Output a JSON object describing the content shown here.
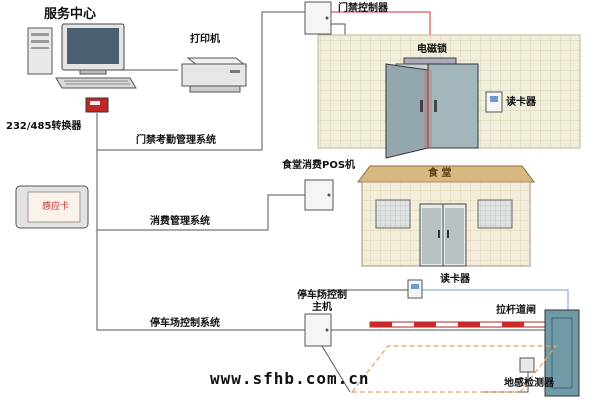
{
  "labels": {
    "service_center": "服务中心",
    "printer": "打印机",
    "converter": "232/485转换器",
    "access_controller": "门禁控制器",
    "magnetic_lock": "电磁锁",
    "card_reader_door": "读卡器",
    "access_system": "门禁考勤管理系统",
    "pos_machine": "食堂消费POS机",
    "canteen_sign": "食 堂",
    "consumption_system": "消费管理系统",
    "card_face": "感应卡",
    "parking_host_line1": "停车场控制",
    "parking_host_line2": "主机",
    "card_reader_parking": "读卡器",
    "barrier_gate": "拉杆道闸",
    "parking_system": "停车场控制系统",
    "ground_sensor": "地感检测器",
    "website": "www.sfhb.com.cn"
  },
  "colors": {
    "wall": "#eef0dc",
    "wall_line": "#d9c0a0",
    "door": "#93a8ae",
    "roof": "#d8b880",
    "canteen_wall": "#f2eedc",
    "gate_cabinet": "#6f9aa6",
    "barrier_red": "#cc2a2a",
    "loop_dash": "#e0a060",
    "lock_wire": "#cc3030",
    "reader_wire": "#6b9bd6",
    "converter_red": "#c02828"
  }
}
